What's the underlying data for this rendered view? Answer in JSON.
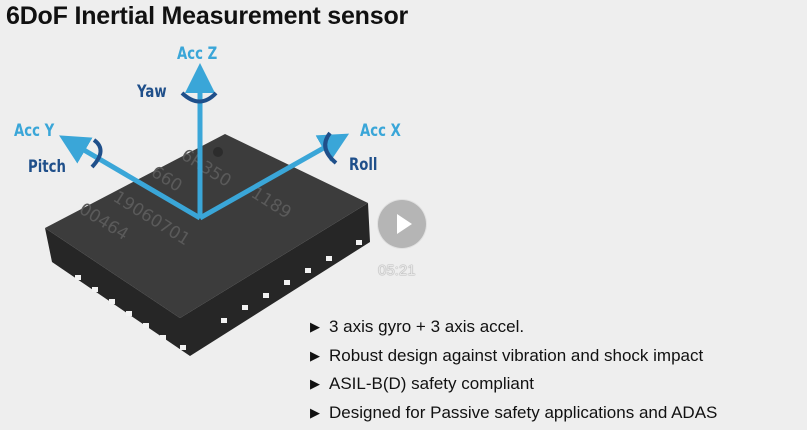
{
  "slide": {
    "title": "6DoF Inertial Measurement sensor",
    "labels": {
      "acc_z": "Acc Z",
      "yaw": "Yaw",
      "acc_y": "Acc Y",
      "pitch": "Pitch",
      "acc_x": "Acc X",
      "roll": "Roll"
    },
    "chip_marking": [
      "6R350",
      "660",
      "19060701",
      "00464",
      "1189"
    ],
    "bullets": [
      "3 axis gyro + 3 axis accel.",
      "Robust design against vibration and shock impact",
      "ASIL-B(D) safety compliant",
      "Designed for Passive safety applications and ADAS"
    ],
    "colors": {
      "accel_axis": "#3aa6d8",
      "rotation": "#1f4f8a",
      "chip": "#3a3a3a"
    }
  },
  "player": {
    "play_icon": "play-icon",
    "duration": "05:21"
  }
}
